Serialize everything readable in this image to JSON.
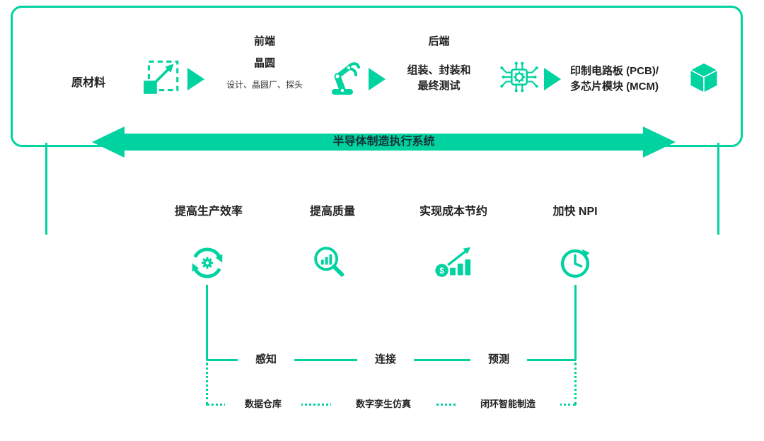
{
  "colors": {
    "accent": "#00d2a0",
    "text": "#222222",
    "banner_text": "#14333a"
  },
  "flow": {
    "raw_material": "原材料",
    "frontend": {
      "stage": "前端",
      "wafer": "晶圆",
      "caption": "设计、晶圆厂、探头"
    },
    "backend": {
      "stage": "后端",
      "line1": "组装、封装和",
      "line2": "最终测试"
    },
    "output": {
      "line1": "印制电路板 (PCB)/",
      "line2": "多芯片模块 (MCM)"
    }
  },
  "mes_banner": {
    "label": "半导体制造执行系统"
  },
  "benefits": [
    {
      "label": "提高生产效率",
      "icon": "cycle-gear-icon"
    },
    {
      "label": "提高质量",
      "icon": "magnifier-chart-icon"
    },
    {
      "label": "实现成本节约",
      "icon": "cost-savings-icon"
    },
    {
      "label": "加快 NPI",
      "icon": "clock-arrow-icon"
    }
  ],
  "capabilities": {
    "labels": [
      "感知",
      "连接",
      "预测"
    ]
  },
  "foundations": {
    "labels": [
      "数据仓库",
      "数字孪生仿真",
      "闭环智能制造"
    ]
  },
  "flow_icons": [
    "wafer-design-icon",
    "flow-arrow-icon",
    "robot-arm-icon",
    "smart-chip-icon",
    "cube-icon"
  ]
}
